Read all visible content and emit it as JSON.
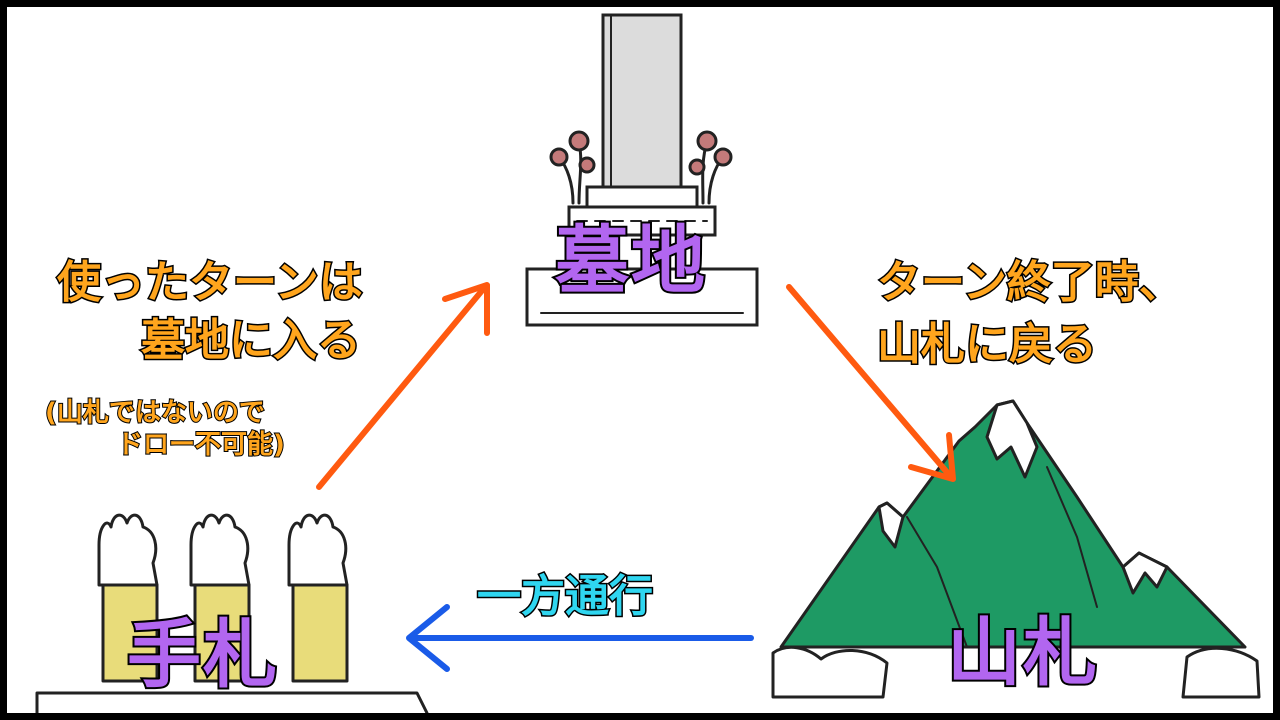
{
  "zones": {
    "graveyard": "墓地",
    "deck": "山札",
    "hand": "手札"
  },
  "captions": {
    "hand_to_graveyard": [
      "使ったターンは",
      "墓地に入る"
    ],
    "hand_to_graveyard_note": [
      "(山札ではないので",
      "ドロー不可能)"
    ],
    "graveyard_to_deck": [
      "ターン終了時、",
      "山札に戻る"
    ],
    "deck_to_hand": "一方通行"
  },
  "colors": {
    "zone_name_fill": "#b266f0",
    "caption_fill": "#ffa51d",
    "blue_caption_fill": "#2fd6f0",
    "orange_arrow": "#ff5a10",
    "blue_arrow": "#1a5be8",
    "mountain_green": "#1e9a64",
    "hand_glove": "#e8dc7a",
    "flower": "#c47a7a",
    "stone": "#dcdcdc"
  },
  "icons": [
    "grave-stone-icon",
    "mountain-icon",
    "raised-hands-icon"
  ]
}
